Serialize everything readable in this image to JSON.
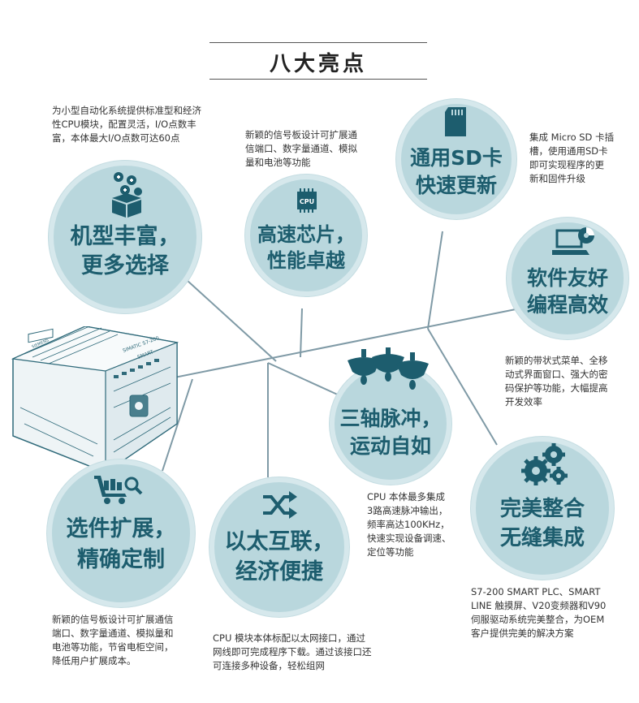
{
  "title": "八大亮点",
  "features": [
    {
      "line1": "机型丰富，",
      "line2": "更多选择",
      "icon": "box-icon",
      "desc": [
        "为小型自动化系统提供标准型和经济",
        "性CPU模块，配置灵活，I/O点数丰",
        "富，本体最大I/O点数可达60点"
      ]
    },
    {
      "line1": "高速芯片，",
      "line2": "性能卓越",
      "icon": "cpu-chip-icon",
      "icon_text": "CPU",
      "desc": [
        "新颖的信号板设计可扩展通",
        "信端口、数字量通道、模拟",
        "量和电池等功能"
      ]
    },
    {
      "line1": "通用SD卡",
      "line2": "快速更新",
      "icon": "sd-card-icon",
      "desc": [
        "集成 Micro SD 卡插",
        "槽，使用通用SD卡",
        "即可实现程序的更",
        "新和固件升级"
      ]
    },
    {
      "line1": "软件友好",
      "line2": "编程高效",
      "icon": "laptop-icon",
      "desc": [
        "新颖的带状式菜单、全移",
        "动式界面窗口、强大的密",
        "码保护等功能，大幅提高",
        "开发效率"
      ]
    },
    {
      "line1": "三轴脉冲，",
      "line2": "运动自如",
      "icon": "motor-icon",
      "desc": [
        "CPU  本体最多集成",
        "3路高速脉冲输出，",
        "频率高达100KHz，",
        "快速实现设备调速、",
        "定位等功能"
      ]
    },
    {
      "line1": "完美整合",
      "line2": "无缝集成",
      "icon": "gears-icon",
      "desc": [
        "S7-200 SMART PLC、SMART",
        "LINE    触摸屏、V20变频器和V90",
        "伺服驱动系统完美整合，为OEM",
        "客户提供完美的解决方案"
      ]
    },
    {
      "line1": "以太互联，",
      "line2": "经济便捷",
      "icon": "shuffle-icon",
      "desc": [
        "CPU 模块本体标配以太网接口，通过",
        "网线即可完成程序下载。通过该接口还",
        "可连接多种设备，轻松组网"
      ]
    },
    {
      "line1": "选件扩展，",
      "line2": "精确定制",
      "icon": "cart-icon",
      "desc": [
        "新颖的信号板设计可扩展通信",
        "端口、数字量通道、模拟量和",
        "电池等功能，节省电柜空间，",
        "降低用户扩展成本。"
      ]
    }
  ],
  "plc": {
    "label1": "SIMATIC S7-200",
    "label2": "SMART",
    "tag": "SIEMENS"
  },
  "colors": {
    "accent": "#1d5d6e",
    "circle": "#b9d7dd",
    "line": "#7f9aa6"
  }
}
